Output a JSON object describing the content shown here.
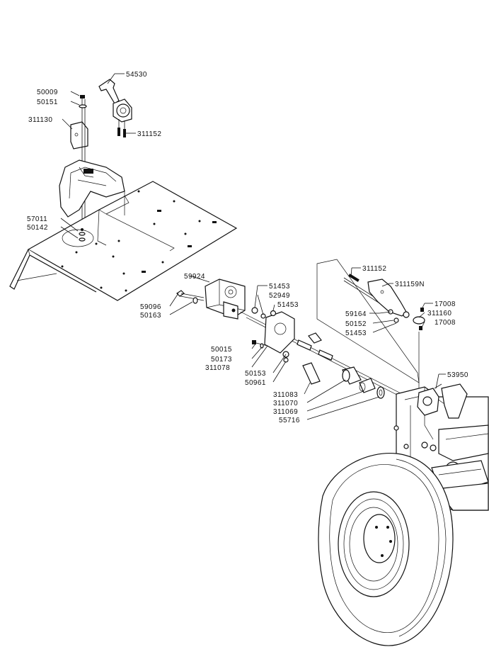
{
  "callouts": [
    {
      "id": "c54530",
      "text": "54530"
    },
    {
      "id": "c50009",
      "text": "50009"
    },
    {
      "id": "c50151",
      "text": "50151"
    },
    {
      "id": "c311130",
      "text": "311130"
    },
    {
      "id": "c311152a",
      "text": "311152"
    },
    {
      "id": "c57011",
      "text": "57011"
    },
    {
      "id": "c50142",
      "text": "50142"
    },
    {
      "id": "c59924",
      "text": "59924"
    },
    {
      "id": "c59096",
      "text": "59096"
    },
    {
      "id": "c50163",
      "text": "50163"
    },
    {
      "id": "c51453a",
      "text": "51453"
    },
    {
      "id": "c52949",
      "text": "52949"
    },
    {
      "id": "c51453b",
      "text": "51453"
    },
    {
      "id": "c311152b",
      "text": "311152"
    },
    {
      "id": "c311159N",
      "text": "311159N"
    },
    {
      "id": "c17008a",
      "text": "17008"
    },
    {
      "id": "c59164",
      "text": "59164"
    },
    {
      "id": "c311160",
      "text": "311160"
    },
    {
      "id": "c50152",
      "text": "50152"
    },
    {
      "id": "c17008b",
      "text": "17008"
    },
    {
      "id": "c51453c",
      "text": "51453"
    },
    {
      "id": "c50015",
      "text": "50015"
    },
    {
      "id": "c50173",
      "text": "50173"
    },
    {
      "id": "c311078",
      "text": "311078"
    },
    {
      "id": "c50153",
      "text": "50153"
    },
    {
      "id": "c50961",
      "text": "50961"
    },
    {
      "id": "c53950",
      "text": "53950"
    },
    {
      "id": "c311083",
      "text": "311083"
    },
    {
      "id": "c311070",
      "text": "311070"
    },
    {
      "id": "c311069",
      "text": "311069"
    },
    {
      "id": "c55716",
      "text": "55716"
    }
  ]
}
